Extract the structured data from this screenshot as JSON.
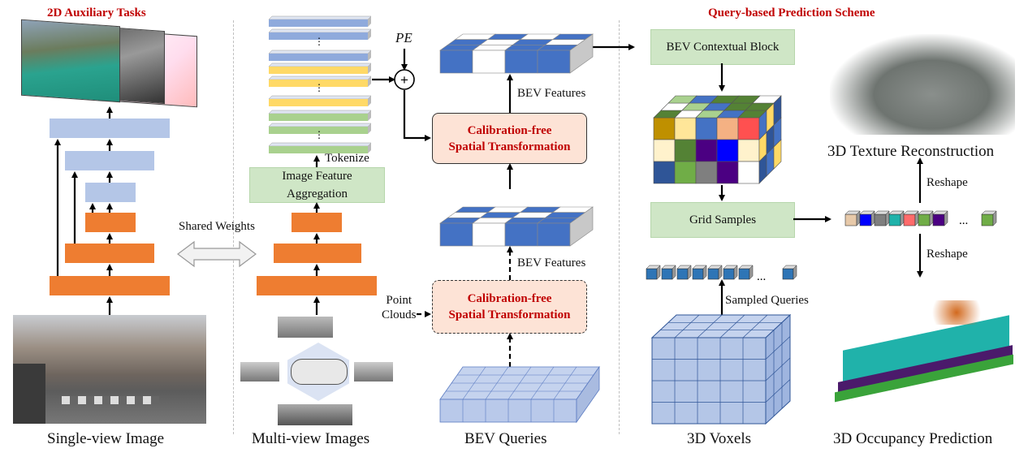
{
  "sections": {
    "aux_title": "2D Auxiliary Tasks",
    "query_title": "Query-based Prediction Scheme"
  },
  "captions": {
    "single_view": "Single-view Image",
    "multi_view": "Multi-view Images",
    "bev_queries": "BEV Queries",
    "voxels": "3D Voxels",
    "occupancy": "3D Occupancy Prediction",
    "texture": "3D Texture Reconstruction"
  },
  "labels": {
    "shared_weights": "Shared Weights",
    "tokenize": "Tokenize",
    "image_feature_aggregation_1": "Image Feature",
    "image_feature_aggregation_2": "Aggregation",
    "pe": "PE",
    "plus": "+",
    "bev_features_top": "BEV Features",
    "bev_features_mid": "BEV Features",
    "calib_1_line1": "Calibration-free",
    "calib_1_line2": "Spatial Transformation",
    "calib_2_line1": "Calibration-free",
    "calib_2_line2": "Spatial Transformation",
    "point_clouds_1": "Point",
    "point_clouds_2": "Clouds",
    "bev_contextual_block": "BEV Contextual Block",
    "grid_samples": "Grid Samples",
    "sampled_queries": "Sampled Queries",
    "reshape_top": "Reshape",
    "reshape_bottom": "Reshape",
    "ellipsis": "..."
  },
  "colors": {
    "title_red": "#c00000",
    "orange_layer": "#ee7d31",
    "light_blue_layer": "#b4c6e7",
    "green_box": "#cfe6c6",
    "calib_fill": "#fde3d6",
    "bev_blue": "#4472c4"
  }
}
